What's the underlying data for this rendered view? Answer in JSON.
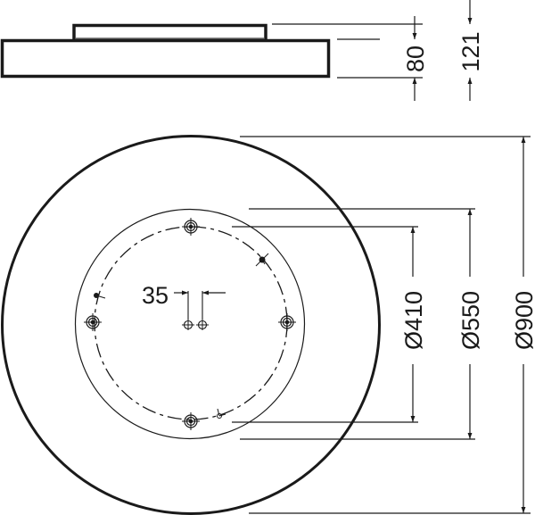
{
  "drawing": {
    "type": "technical dimension drawing",
    "subject": "round ceiling luminaire",
    "line_color": "#1a1a1a",
    "background": "#ffffff"
  },
  "side_view": {
    "dimensions": {
      "body_height": "80",
      "total_height": "121"
    }
  },
  "plan_view": {
    "dimensions": {
      "hole_spacing": "35",
      "bolt_circle_diameter": "Ø410",
      "mounting_plate_diameter": "Ø550",
      "outer_diameter": "Ø900"
    }
  }
}
